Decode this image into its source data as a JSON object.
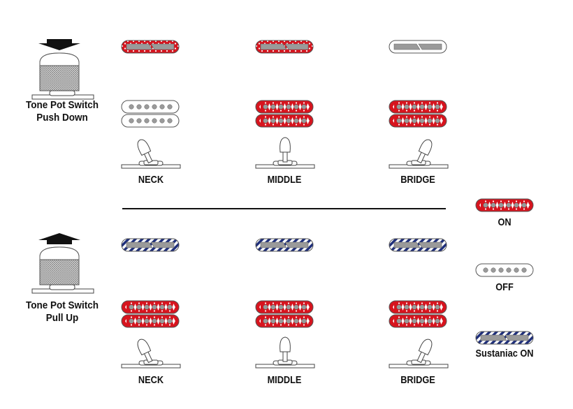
{
  "colors": {
    "on": "#d7141e",
    "sustainiac": "#1f2f7a",
    "metal": "#9a9a9a",
    "outline": "#555555"
  },
  "rows": [
    {
      "mode_line1": "Tone Pot Switch",
      "mode_line2": "Push Down",
      "knob_arrow": "down",
      "positions": [
        {
          "label": "NECK",
          "toggle": "neck",
          "neck_pickup": "on",
          "bridge_pickup": "off"
        },
        {
          "label": "MIDDLE",
          "toggle": "middle",
          "neck_pickup": "on",
          "bridge_pickup": "on"
        },
        {
          "label": "BRIDGE",
          "toggle": "bridge",
          "neck_pickup": "off",
          "bridge_pickup": "on"
        }
      ]
    },
    {
      "mode_line1": "Tone Pot Switch",
      "mode_line2": "Pull Up",
      "knob_arrow": "up",
      "positions": [
        {
          "label": "NECK",
          "toggle": "neck",
          "neck_pickup": "sustainiac",
          "bridge_pickup": "on"
        },
        {
          "label": "MIDDLE",
          "toggle": "middle",
          "neck_pickup": "sustainiac",
          "bridge_pickup": "on"
        },
        {
          "label": "BRIDGE",
          "toggle": "bridge",
          "neck_pickup": "sustainiac",
          "bridge_pickup": "on"
        }
      ]
    }
  ],
  "legend": [
    {
      "label": "ON",
      "state": "on"
    },
    {
      "label": "OFF",
      "state": "off"
    },
    {
      "label": "Sustaniac ON",
      "state": "sustainiac"
    }
  ]
}
